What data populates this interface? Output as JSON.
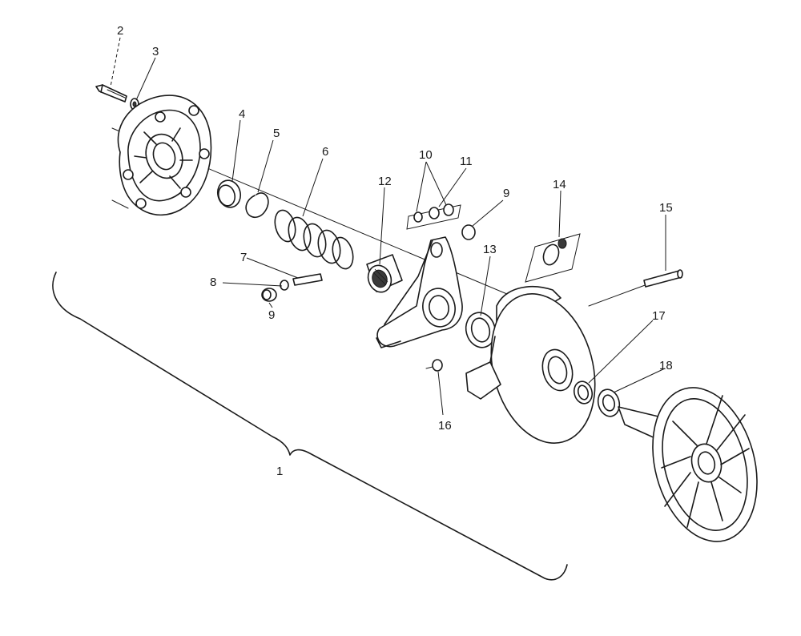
{
  "callouts": [
    {
      "id": "2",
      "text": "2"
    },
    {
      "id": "3",
      "text": "3"
    },
    {
      "id": "4",
      "text": "4"
    },
    {
      "id": "5",
      "text": "5"
    },
    {
      "id": "6",
      "text": "6"
    },
    {
      "id": "10",
      "text": "10"
    },
    {
      "id": "11",
      "text": "11"
    },
    {
      "id": "12",
      "text": "12"
    },
    {
      "id": "9a",
      "text": "9"
    },
    {
      "id": "14",
      "text": "14"
    },
    {
      "id": "15",
      "text": "15"
    },
    {
      "id": "7",
      "text": "7"
    },
    {
      "id": "8",
      "text": "8"
    },
    {
      "id": "13",
      "text": "13"
    },
    {
      "id": "9b",
      "text": "9"
    },
    {
      "id": "17",
      "text": "17"
    },
    {
      "id": "18",
      "text": "18"
    },
    {
      "id": "16",
      "text": "16"
    },
    {
      "id": "1",
      "text": "1"
    }
  ],
  "colors": {
    "ink": "#1a1a1a",
    "background": "#ffffff"
  }
}
